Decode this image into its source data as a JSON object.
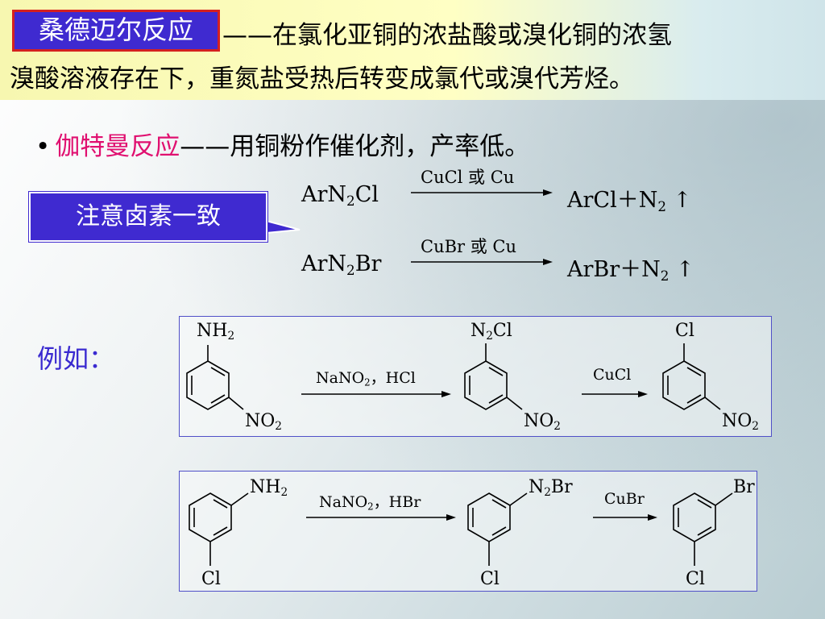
{
  "header": {
    "title": "桑德迈尔反应",
    "definition_line1": "——在氯化亚铜的浓盐酸或溴化铜的浓氢",
    "definition_line2": "溴酸溶液存在下，重氮盐受热后转变成氯代或溴代芳烃。"
  },
  "bullet": {
    "marker": "•",
    "term": "伽特曼反应",
    "description": "——用铜粉作催化剂，产率低。"
  },
  "note": {
    "text": "注意卤素一致"
  },
  "equations": [
    {
      "reactant": [
        "ArN",
        "2",
        "Cl"
      ],
      "reagent": "CuCl 或 Cu",
      "product": [
        "ArCl＋N",
        "2"
      ],
      "gas_arrow": "↑"
    },
    {
      "reactant": [
        "ArN",
        "2",
        "Br"
      ],
      "reagent": "CuBr 或 Cu",
      "product": [
        "ArBr＋N",
        "2"
      ],
      "gas_arrow": "↑"
    }
  ],
  "example_label": "例如：",
  "example1": {
    "start_top": [
      "NH",
      "2"
    ],
    "start_sub": [
      "NO",
      "2"
    ],
    "reagent1": [
      "NaNO",
      "2",
      "，HCl"
    ],
    "mid_top": [
      "N",
      "2",
      "Cl"
    ],
    "mid_sub": [
      "NO",
      "2"
    ],
    "reagent2": "CuCl",
    "end_top": "Cl",
    "end_sub": [
      "NO",
      "2"
    ]
  },
  "example2": {
    "start_top": [
      "NH",
      "2"
    ],
    "start_sub": "Cl",
    "reagent1": [
      "NaNO",
      "2",
      "，HBr"
    ],
    "mid_top": [
      "N",
      "2",
      "Br"
    ],
    "mid_sub": "Cl",
    "reagent2": "CuBr",
    "end_top": "Br",
    "end_sub": "Cl"
  },
  "colors": {
    "title_bg": "#3f2ad0",
    "title_border": "#d42020",
    "term_color": "#e01070",
    "example_label_color": "#3a2ad0",
    "frame_border": "#5050c8"
  }
}
